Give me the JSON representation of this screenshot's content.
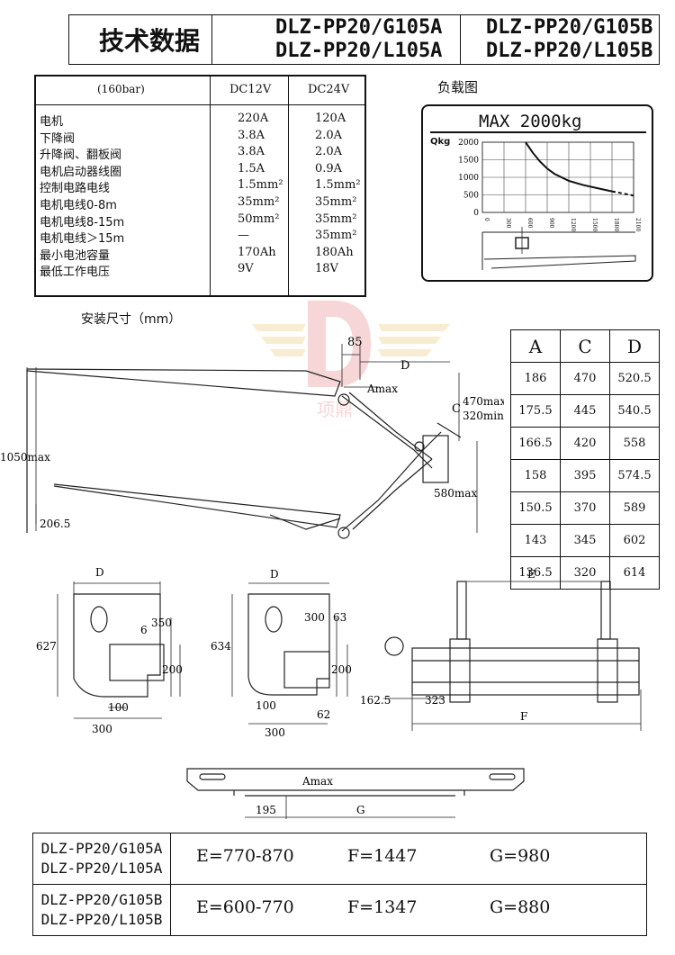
{
  "header": {
    "title": "技术数据",
    "model_a": [
      "DLZ-PP20/G105A",
      "DLZ-PP20/L105A"
    ],
    "model_b": [
      "DLZ-PP20/G105B",
      "DLZ-PP20/L105B"
    ]
  },
  "spec_table": {
    "pressure": "(160bar)",
    "col1": "DC12V",
    "col2": "DC24V",
    "rows": [
      {
        "label": "电机",
        "v1": "220A",
        "v2": "120A"
      },
      {
        "label": "下降阀",
        "v1": "3.8A",
        "v2": "2.0A"
      },
      {
        "label": "升降阀、翻板阀",
        "v1": "3.8A",
        "v2": "2.0A"
      },
      {
        "label": "电机启动器线圈",
        "v1": "1.5A",
        "v2": "0.9A"
      },
      {
        "label": "控制电路电线",
        "v1": "1.5mm²",
        "v2": "1.5mm²"
      },
      {
        "label": "电机电线0-8m",
        "v1": "35mm²",
        "v2": "35mm²"
      },
      {
        "label": "电机电线8-15m",
        "v1": "50mm²",
        "v2": "35mm²"
      },
      {
        "label": "电机电线＞15m",
        "v1": "—",
        "v2": "35mm²"
      },
      {
        "label": "最小电池容量",
        "v1": "170Ah",
        "v2": "180Ah"
      },
      {
        "label": "最低工作电压",
        "v1": "9V",
        "v2": "18V"
      }
    ]
  },
  "load_chart_label": "负载图",
  "chart_data": {
    "type": "line",
    "title": "MAX 2000kg",
    "ylabel": "Qkg",
    "ylim": [
      0,
      2000
    ],
    "xlim": [
      0,
      2100
    ],
    "yticks": [
      "2000",
      "1500",
      "1000",
      "500",
      "0"
    ],
    "xticks": [
      "0",
      "300",
      "600",
      "900",
      "1200",
      "1500",
      "1800",
      "2100"
    ],
    "series": [
      {
        "x": [
          600,
          700,
          800,
          900,
          1000,
          1200,
          1400,
          1600,
          1800
        ],
        "values": [
          2000,
          1700,
          1450,
          1250,
          1100,
          900,
          780,
          690,
          600
        ]
      },
      {
        "x": [
          1800,
          2000,
          2100
        ],
        "values": [
          600,
          520,
          480
        ],
        "dashed": true
      }
    ],
    "grid": true
  },
  "install_label": "安装尺寸（mm）",
  "side_view": {
    "dim_85": "85",
    "dim_D": "D",
    "dim_Amax": "Amax",
    "dim_C": "C",
    "c_max": "470max",
    "c_min": "320min",
    "dim_1050": "1050max",
    "dim_580": "580max",
    "dim_206": "206.5"
  },
  "dim_table": {
    "headers": [
      "A",
      "C",
      "D"
    ],
    "rows": [
      [
        "186",
        "470",
        "520.5"
      ],
      [
        "175.5",
        "445",
        "540.5"
      ],
      [
        "166.5",
        "420",
        "558"
      ],
      [
        "158",
        "395",
        "574.5"
      ],
      [
        "150.5",
        "370",
        "589"
      ],
      [
        "143",
        "345",
        "602"
      ],
      [
        "136.5",
        "320",
        "614"
      ]
    ]
  },
  "bracket_left": {
    "D": "D",
    "h627": "627",
    "d6": "6",
    "d350": "350",
    "d200": "200",
    "d100": "100",
    "d300": "300"
  },
  "bracket_mid": {
    "D": "D",
    "h634": "634",
    "d300": "300",
    "d63": "63",
    "d200": "200",
    "d100": "100",
    "d62": "62",
    "d300b": "300"
  },
  "top_view": {
    "E": "E",
    "F": "F",
    "d162": "162.5",
    "d323": "323"
  },
  "platform": {
    "Amax": "Amax",
    "d195": "195",
    "G": "G"
  },
  "bottom_table": [
    {
      "models": [
        "DLZ-PP20/G105A",
        "DLZ-PP20/L105A"
      ],
      "E": "E=770-870",
      "F": "F=1447",
      "G": "G=980"
    },
    {
      "models": [
        "DLZ-PP20/G105B",
        "DLZ-PP20/L105B"
      ],
      "E": "E=600-770",
      "F": "F=1347",
      "G": "G=880"
    }
  ],
  "watermark": "项鼎"
}
